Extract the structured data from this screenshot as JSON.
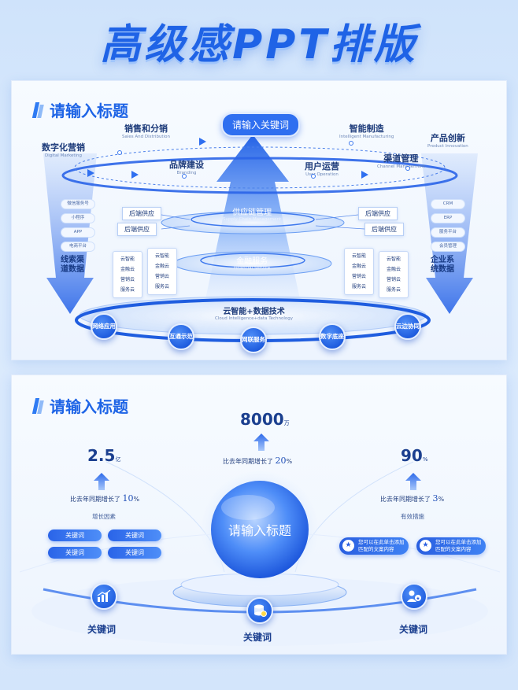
{
  "main_title": "高级感PPT排版",
  "slide1": {
    "title": "请输入标题",
    "keyword_pill": "请输入关键词",
    "top_labels": [
      {
        "cn": "数字化营销",
        "en": "Digital Marketing"
      },
      {
        "cn": "销售和分销",
        "en": "Sales And Distribution"
      },
      {
        "cn": "品牌建设",
        "en": "Branding"
      },
      {
        "cn": "用户运营",
        "en": "User Operation"
      },
      {
        "cn": "智能制造",
        "en": "Intelligent Manufacturing"
      },
      {
        "cn": "渠道管理",
        "en": "Channel Management"
      },
      {
        "cn": "产品创新",
        "en": "Product Innovation"
      }
    ],
    "left_tags": [
      "微信服务号",
      "小程序",
      "APP",
      "电商平台"
    ],
    "right_tags": [
      "CRM",
      "ERP",
      "服务平台",
      "会员管理"
    ],
    "left_funnel_text": "线索渠道数据",
    "right_funnel_text": "企业系统数据",
    "supply_chain": {
      "cn": "供应链管理",
      "en": "Supply Chain Management"
    },
    "finance": {
      "cn": "金融服务",
      "en": "Financial Service"
    },
    "backend_boxes": [
      "后端供应",
      "后端供应",
      "后端供应",
      "后端供应"
    ],
    "cloud_cards": [
      [
        "云智能",
        "金融云",
        "营销云",
        "服务云"
      ],
      [
        "云智能",
        "金融云",
        "营销云",
        "服务云"
      ],
      [
        "云智能",
        "金融云",
        "营销云",
        "服务云"
      ],
      [
        "云智能",
        "金融云",
        "营销云",
        "服务云"
      ]
    ],
    "cloud_tech": {
      "cn": "云智能+数据技术",
      "en": "Cloud Intelligence+data Technology"
    },
    "bottom_nodes": [
      "网络应用",
      "互通示范",
      "网联服务",
      "数字底座",
      "云边协同"
    ]
  },
  "slide2": {
    "title": "请输入标题",
    "center_title": "请输入标题",
    "center_stat": {
      "value": "8000",
      "unit": "万",
      "growth_text": "比去年同期增长了",
      "growth_value": "20",
      "growth_unit": "%"
    },
    "left_stat": {
      "value": "2.5",
      "unit": "亿",
      "growth_text": "比去年同期增长了",
      "growth_value": "10",
      "growth_unit": "%"
    },
    "right_stat": {
      "value": "90",
      "unit": "%",
      "growth_text": "比去年同期增长了",
      "growth_value": "3",
      "growth_unit": "%"
    },
    "left_subhead": "增长因素",
    "right_subhead": "有效措施",
    "left_keywords": [
      "关键词",
      "关键词",
      "关键词",
      "关键词"
    ],
    "right_notes": [
      "您可以在此单击添加匹配的文案内容",
      "您可以在此单击添加匹配的文案内容"
    ],
    "bottom_keywords": [
      "关键词",
      "关键词",
      "关键词"
    ],
    "icons": [
      "bar-chart-icon",
      "database-coin-icon",
      "users-star-icon"
    ]
  },
  "colors": {
    "accent": "#1f63e6",
    "dark_text": "#1b3f8f",
    "pill": "#2f6ff0"
  }
}
